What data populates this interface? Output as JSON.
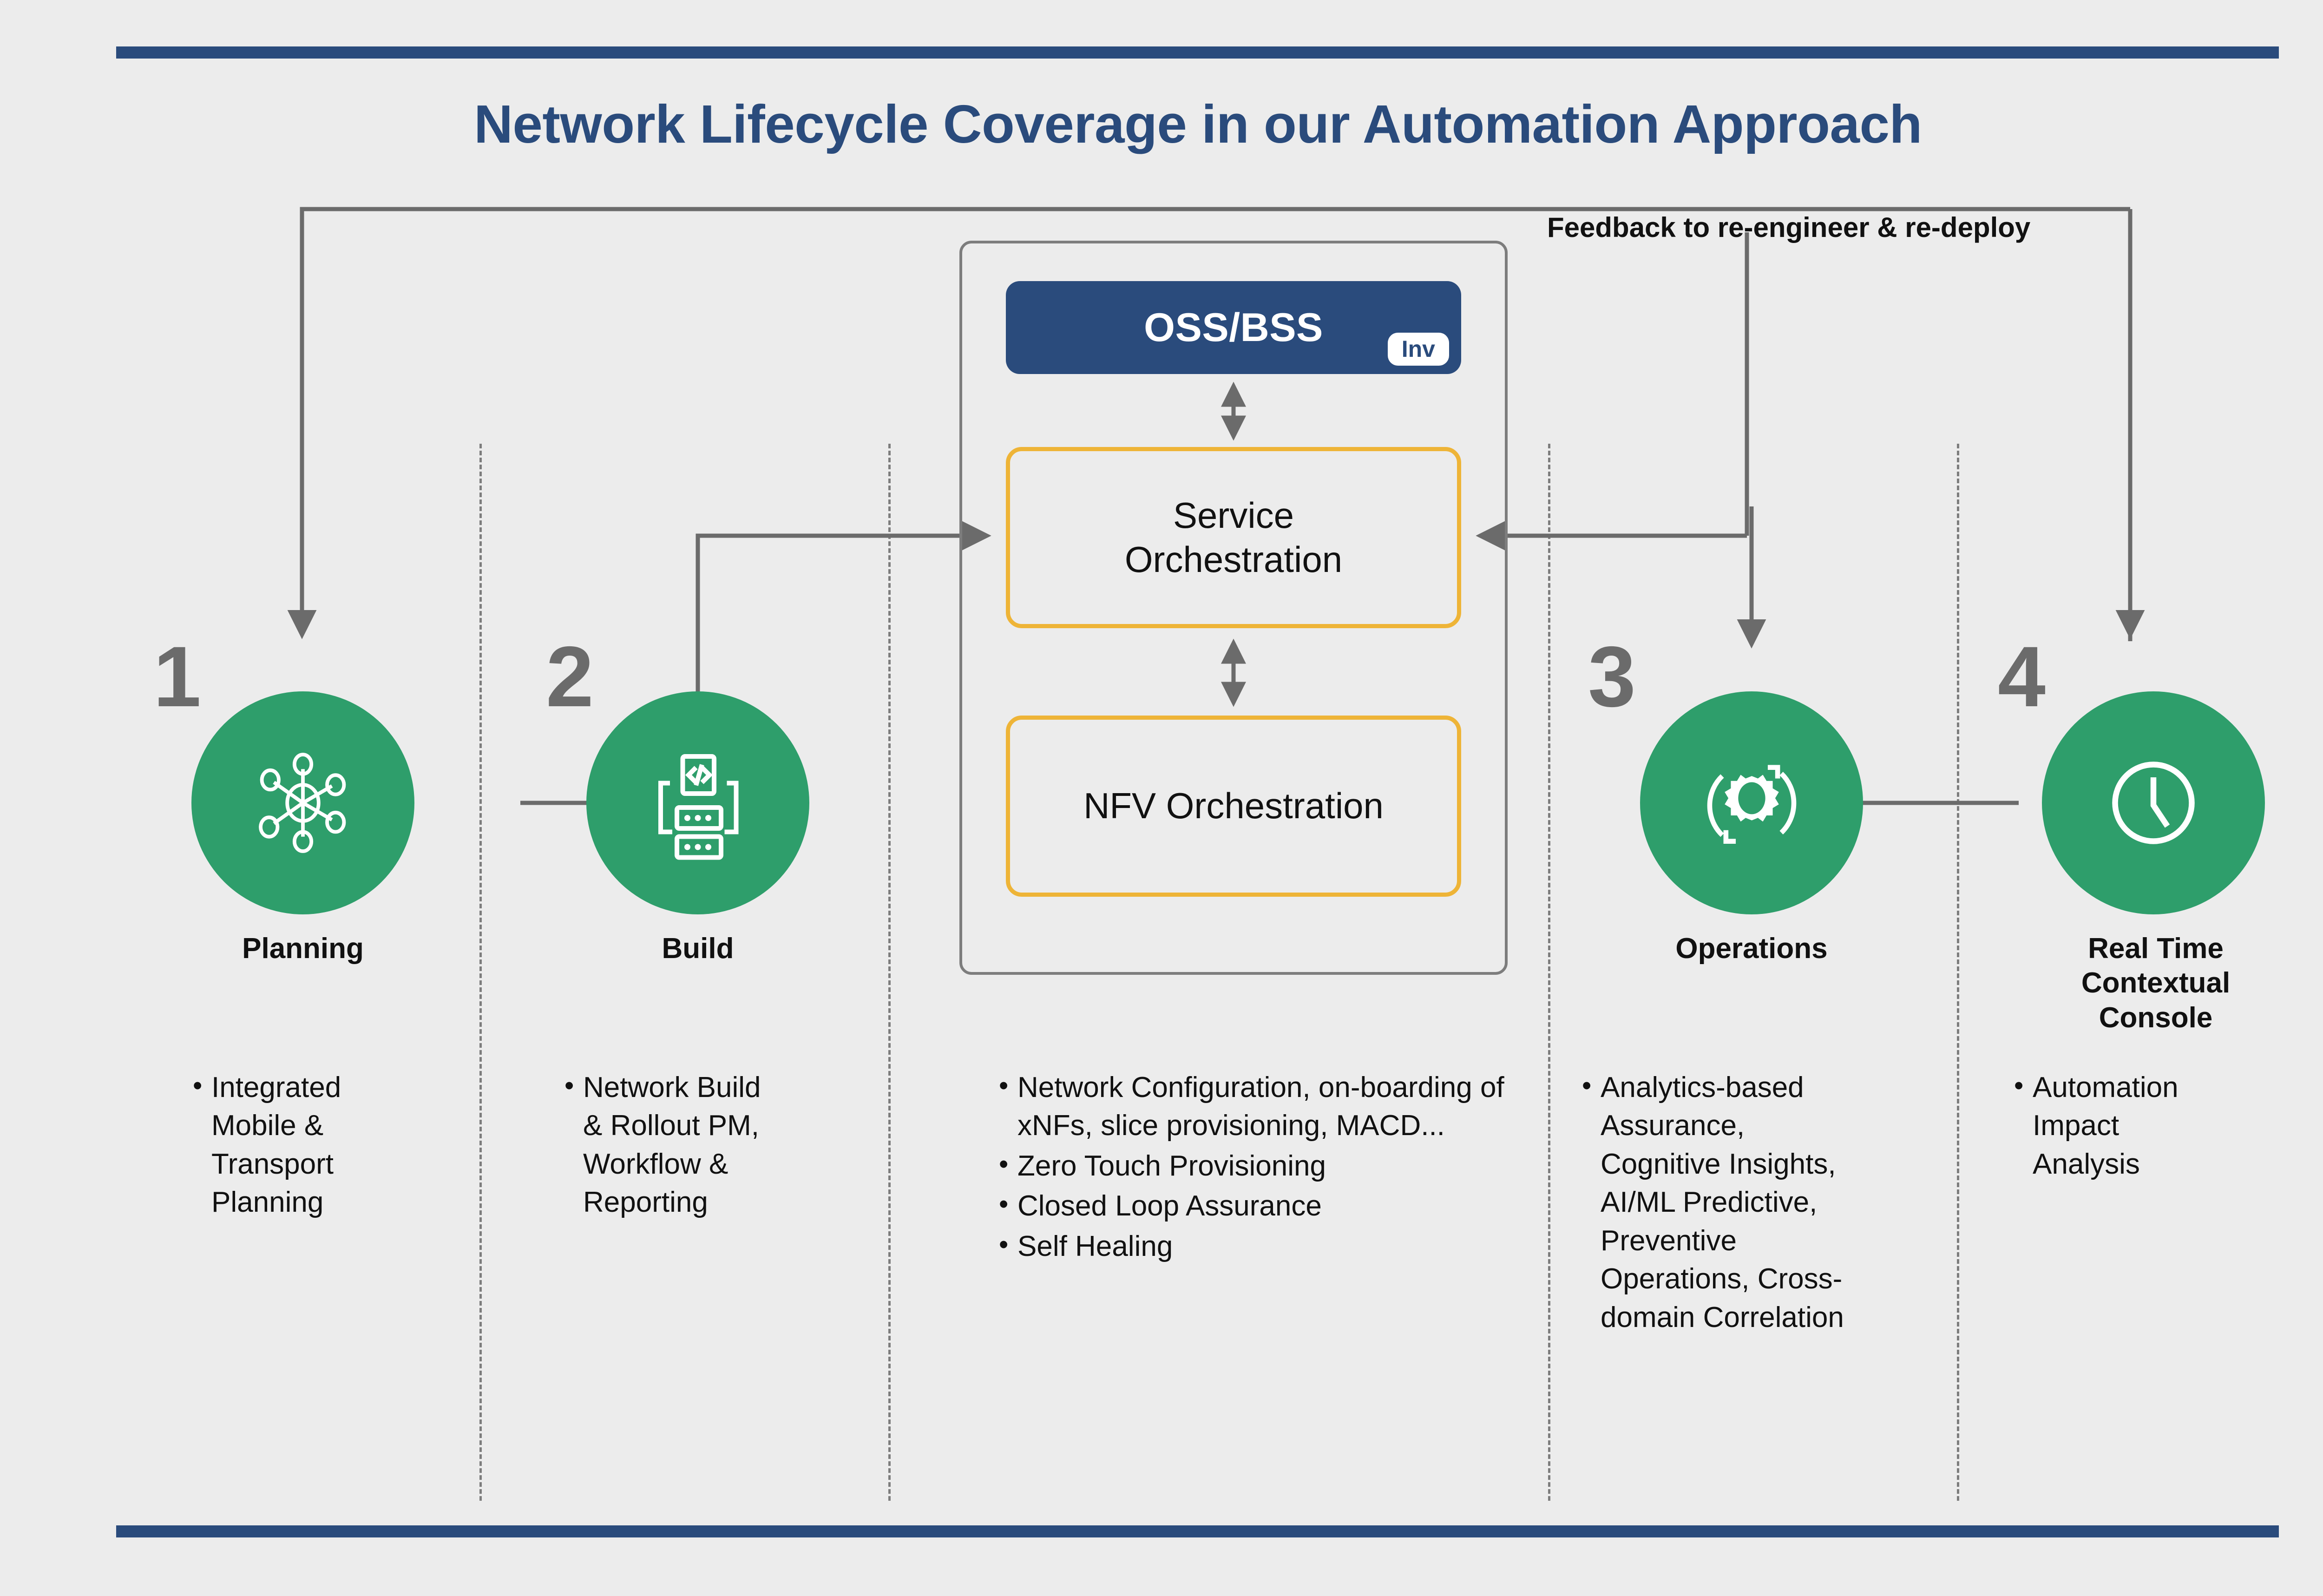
{
  "title": "Network Lifecycle Coverage in our Automation Approach",
  "feedback_label": "Feedback to re-engineer & re-deploy",
  "colors": {
    "background": "#ececec",
    "navy": "#2a4b7c",
    "green": "#2e9e6b",
    "amber": "#eeb437",
    "gray": "#6b6b6b"
  },
  "center_panel": {
    "ossbss": {
      "label": "OSS/BSS",
      "badge": "Inv"
    },
    "service_orchestration": "Service Orchestration",
    "nfv_orchestration": "NFV Orchestration"
  },
  "stages": [
    {
      "number": "1",
      "name": "Planning",
      "icon": "network-hub-icon",
      "bullets": [
        "Integrated Mobile & Transport Planning"
      ]
    },
    {
      "number": "2",
      "name": "Build",
      "icon": "code-server-icon",
      "bullets": [
        "Network Build & Rollout PM, Workflow & Reporting"
      ]
    },
    {
      "number": "3",
      "name": "Operations",
      "icon": "gear-refresh-icon",
      "bullets": [
        "Analytics-based Assurance, Cognitive Insights, AI/ML Predictive, Preventive Operations, Cross-domain Correlation"
      ]
    },
    {
      "number": "4",
      "name": "Real Time Contextual Console",
      "icon": "clock-icon",
      "bullets": [
        "Automation Impact Analysis"
      ]
    }
  ],
  "center_bullets": [
    "Network Configuration, on-boarding of xNFs, slice provisioning, MACD...",
    "Zero Touch Provisioning",
    "Closed Loop Assurance",
    "Self Healing"
  ]
}
